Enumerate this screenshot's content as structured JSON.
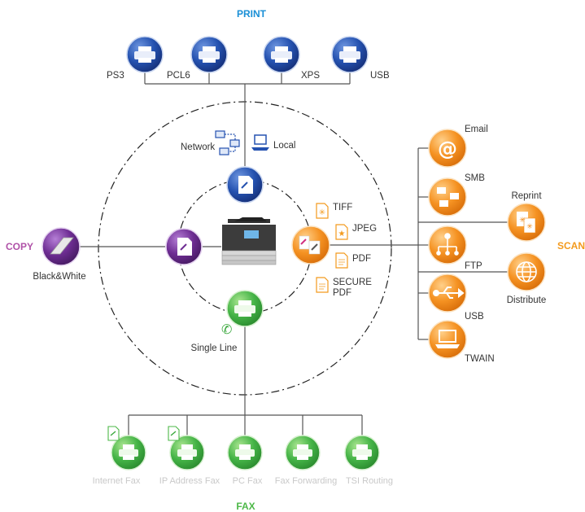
{
  "headings": {
    "print": "PRINT",
    "copy": "COPY",
    "scan": "SCAN",
    "fax": "FAX"
  },
  "colors": {
    "print": "#1a8fd6",
    "copy": "#b052a8",
    "scan": "#f39a1d",
    "fax": "#4db848",
    "blue_node": "#1f48a3",
    "purple_node": "#6a2a8e",
    "orange_node": "#f08a18",
    "green_node": "#3aa83d"
  },
  "print_nodes": [
    {
      "label": "PS3",
      "icon": "printer-icon"
    },
    {
      "label": "PCL6",
      "icon": "printer-icon"
    },
    {
      "label": "XPS",
      "icon": "printer-icon"
    },
    {
      "label": "USB",
      "icon": "printer-icon"
    }
  ],
  "print_sources": {
    "network": "Network",
    "local": "Local"
  },
  "copy": {
    "mode": "Black&White"
  },
  "scan_formats": [
    "TIFF",
    "JPEG",
    "PDF",
    "SECURE PDF"
  ],
  "scan_nodes": [
    {
      "label": "Email",
      "icon": "at-sign-icon"
    },
    {
      "label": "SMB",
      "icon": "network-computers-icon"
    },
    {
      "label": "FTP",
      "icon": "network-tree-icon"
    },
    {
      "label": "USB",
      "icon": "usb-icon"
    },
    {
      "label": "TWAIN",
      "icon": "laptop-icon"
    }
  ],
  "scan_extra_nodes": [
    {
      "label": "Reprint",
      "icon": "documents-icon"
    },
    {
      "label": "Distribute",
      "icon": "globe-icon"
    }
  ],
  "fax_line": "Single Line",
  "fax_nodes": [
    {
      "label": "Internet Fax",
      "icon": "fax-icon"
    },
    {
      "label": "IP Address Fax",
      "icon": "fax-icon"
    },
    {
      "label": "PC Fax",
      "icon": "fax-icon"
    },
    {
      "label": "Fax Forwarding",
      "icon": "fax-icon"
    },
    {
      "label": "TSI Routing",
      "icon": "fax-icon"
    }
  ]
}
